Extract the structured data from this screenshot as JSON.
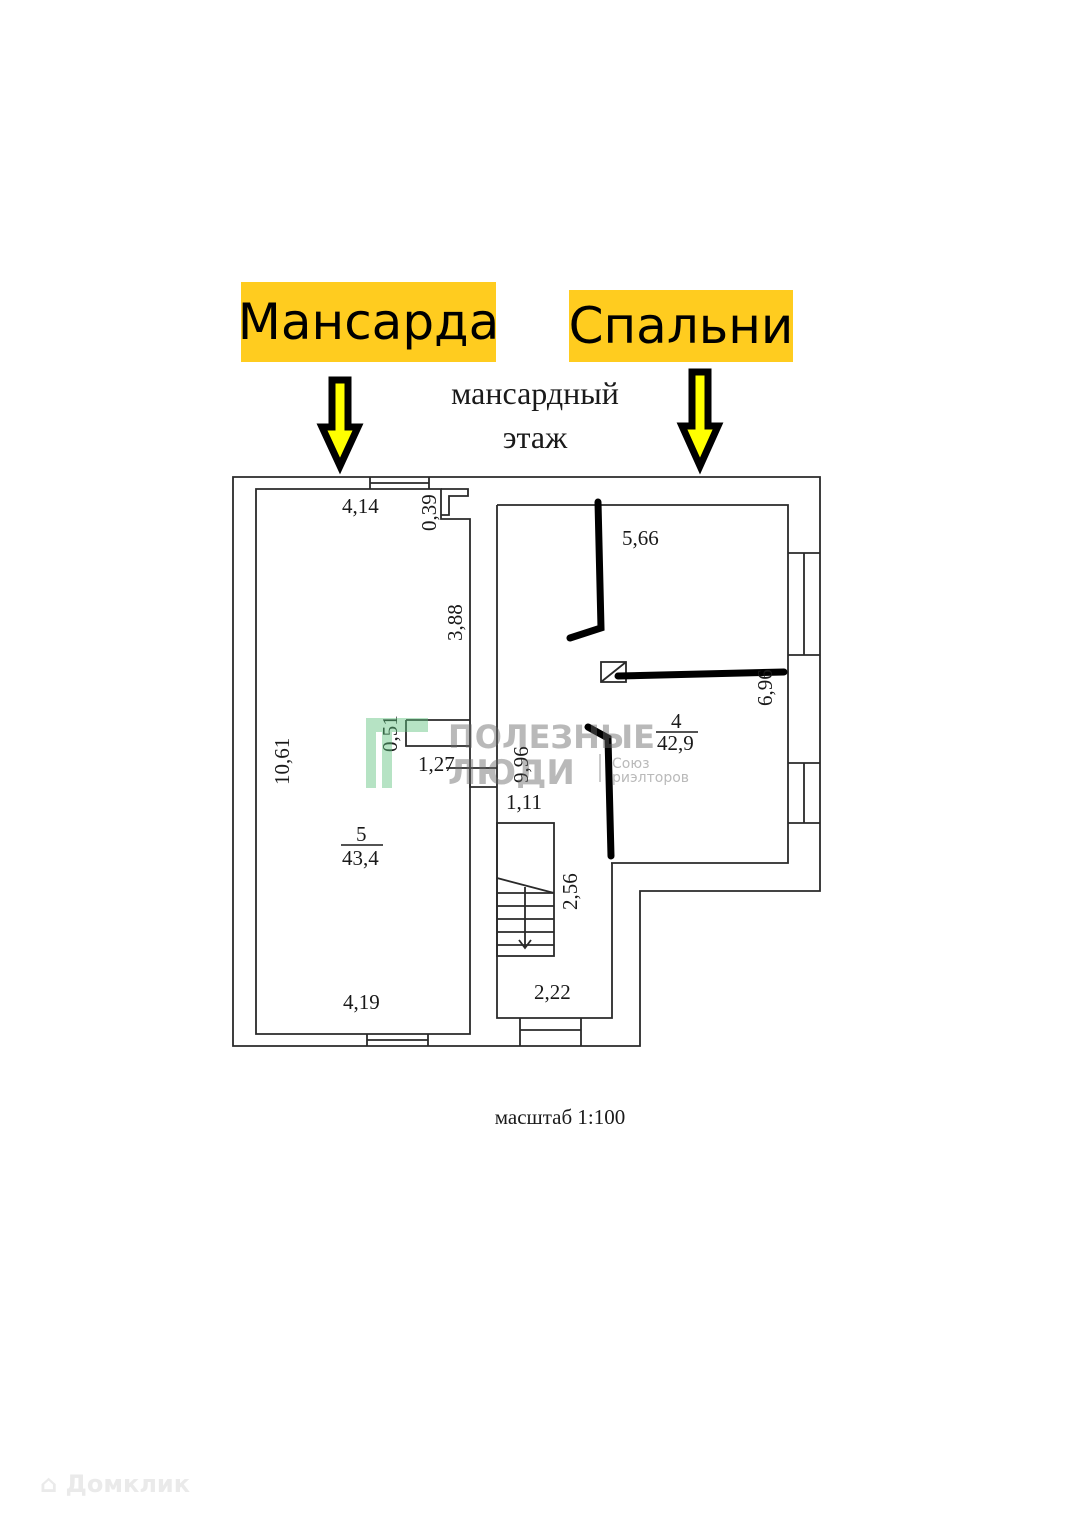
{
  "labels": {
    "left": "Мансарда",
    "right": "Спальни"
  },
  "colors": {
    "label_bg": "#ffcc1f",
    "arrow_fill": "#ffff00",
    "arrow_stroke": "#000000",
    "watermark_green": "#5ec27e"
  },
  "title": {
    "line1": "мансардный",
    "line2": "этаж"
  },
  "dimensions": {
    "top_left": "4,14",
    "notch": "0,39",
    "left_inner": "3,88",
    "left_height": "10,61",
    "passage": "0,51",
    "corridor": "1,27",
    "hall_h": "9,96",
    "hall_w": "1,11",
    "stair_h": "2,56",
    "stair_w": "2,22",
    "bottom_left": "4,19",
    "right_top": "5,66",
    "right_height": "6,96"
  },
  "rooms": [
    {
      "num": "5",
      "area": "43,4"
    },
    {
      "num": "4",
      "area": "42,9"
    }
  ],
  "scale": "масштаб 1:100",
  "watermarks": {
    "brand_line1": "ПОЛЕЗНЫЕ",
    "brand_line2": "ЛЮДИ",
    "brand_sub1": "Союз",
    "brand_sub2": "риэлторов",
    "site": "Домклик"
  },
  "icons": {
    "arrow": "down-arrow-icon",
    "stairs": "stairs-icon",
    "chimney": "chimney-icon"
  }
}
